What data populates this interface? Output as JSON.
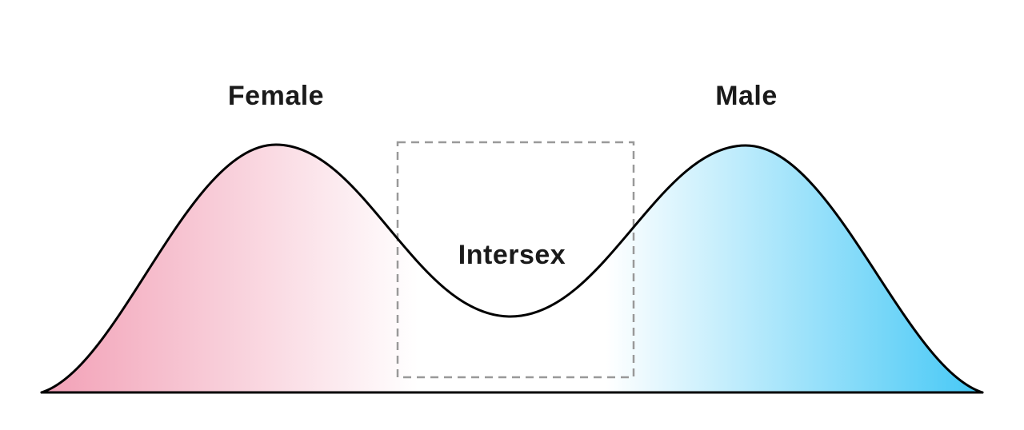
{
  "diagram": {
    "type": "bimodal-distribution",
    "labels": {
      "left_peak": "Female",
      "right_peak": "Male",
      "valley": "Intersex"
    },
    "colors": {
      "female_fill": "#F2A0B6",
      "male_fill": "#45C8F6",
      "mid_fill": "#FFFFFF",
      "curve_stroke": "#000000",
      "baseline_stroke": "#000000",
      "dashed_box": "#999999",
      "background": "#FFFFFF",
      "text": "#1A1A1A"
    }
  }
}
